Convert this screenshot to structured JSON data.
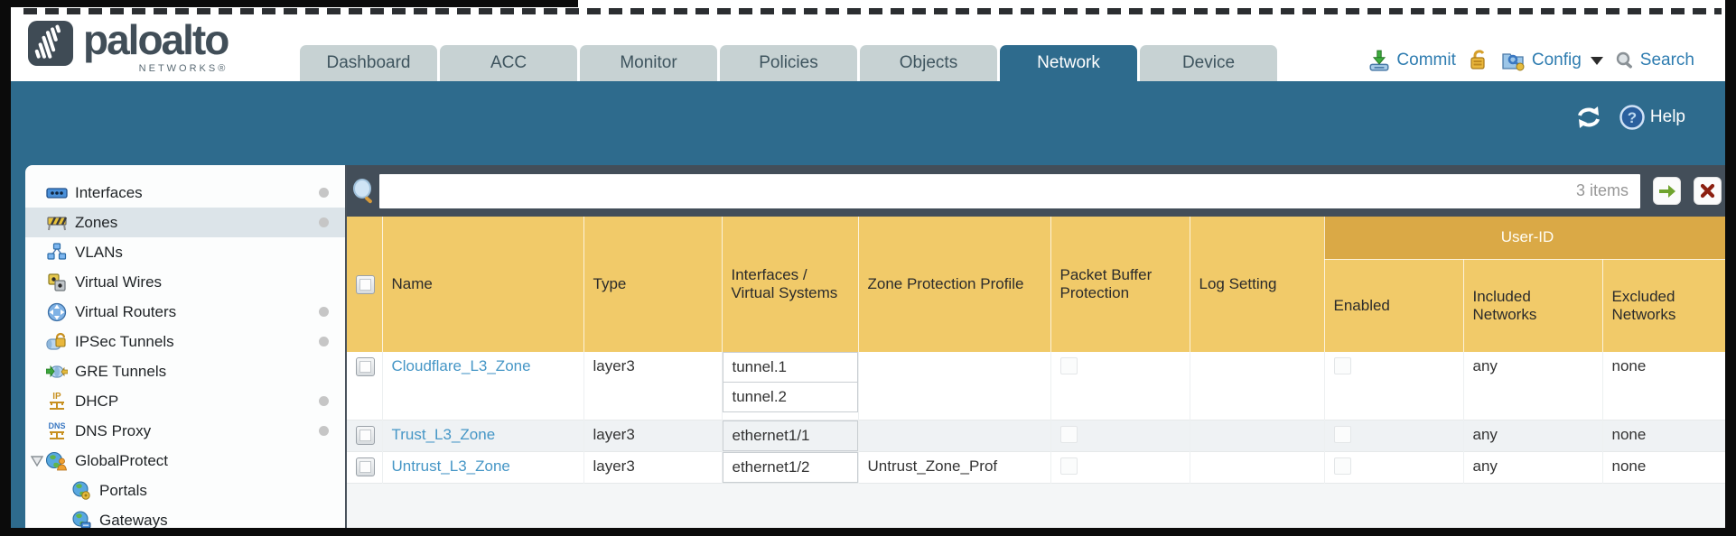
{
  "header": {
    "logo": {
      "brand": "paloalto",
      "sub": "NETWORKS®"
    },
    "tabs": [
      {
        "label": "Dashboard",
        "active": false
      },
      {
        "label": "ACC",
        "active": false
      },
      {
        "label": "Monitor",
        "active": false
      },
      {
        "label": "Policies",
        "active": false
      },
      {
        "label": "Objects",
        "active": false
      },
      {
        "label": "Network",
        "active": true
      },
      {
        "label": "Device",
        "active": false
      }
    ],
    "utilities": {
      "commit": "Commit",
      "config": "Config",
      "search": "Search"
    }
  },
  "subheader": {
    "help": "Help"
  },
  "sidebar": {
    "items": [
      {
        "label": "Interfaces",
        "icon": "interfaces-icon",
        "dot": true,
        "selected": false
      },
      {
        "label": "Zones",
        "icon": "zones-icon",
        "dot": true,
        "selected": true
      },
      {
        "label": "VLANs",
        "icon": "vlans-icon",
        "dot": false,
        "selected": false
      },
      {
        "label": "Virtual Wires",
        "icon": "virtual-wires-icon",
        "dot": false,
        "selected": false
      },
      {
        "label": "Virtual Routers",
        "icon": "virtual-routers-icon",
        "dot": true,
        "selected": false
      },
      {
        "label": "IPSec Tunnels",
        "icon": "ipsec-tunnels-icon",
        "dot": true,
        "selected": false
      },
      {
        "label": "GRE Tunnels",
        "icon": "gre-tunnels-icon",
        "dot": false,
        "selected": false
      },
      {
        "label": "DHCP",
        "icon": "dhcp-icon",
        "dot": true,
        "selected": false
      },
      {
        "label": "DNS Proxy",
        "icon": "dns-proxy-icon",
        "dot": true,
        "selected": false
      },
      {
        "label": "GlobalProtect",
        "icon": "globalprotect-icon",
        "dot": false,
        "selected": false,
        "expanded": true
      },
      {
        "label": "Portals",
        "icon": "portals-icon",
        "dot": false,
        "selected": false,
        "indent": 1
      },
      {
        "label": "Gateways",
        "icon": "gateways-icon",
        "dot": false,
        "selected": false,
        "indent": 1
      }
    ]
  },
  "toolbar": {
    "items_count": "3 items"
  },
  "table": {
    "group_header": "User-ID",
    "columns": [
      "Name",
      "Type",
      "Interfaces / Virtual Systems",
      "Zone Protection Profile",
      "Packet Buffer Protection",
      "Log Setting",
      "Enabled",
      "Included Networks",
      "Excluded Networks"
    ],
    "rows": [
      {
        "name": "Cloudflare_L3_Zone",
        "type": "layer3",
        "interfaces": [
          "tunnel.1",
          "tunnel.2"
        ],
        "zone_protection_profile": "",
        "log_setting": "",
        "included_networks": "any",
        "excluded_networks": "none"
      },
      {
        "name": "Trust_L3_Zone",
        "type": "layer3",
        "interfaces": [
          "ethernet1/1"
        ],
        "zone_protection_profile": "",
        "log_setting": "",
        "included_networks": "any",
        "excluded_networks": "none"
      },
      {
        "name": "Untrust_L3_Zone",
        "type": "layer3",
        "interfaces": [
          "ethernet1/2"
        ],
        "zone_protection_profile": "Untrust_Zone_Prof",
        "log_setting": "",
        "included_networks": "any",
        "excluded_networks": "none"
      }
    ]
  },
  "colors": {
    "teal_band": "#2e6b8d",
    "table_header": "#f1ca69",
    "user_id_band": "#daa946",
    "search_bar": "#434e59",
    "link_blue": "#4596c6",
    "utility_blue": "#2e7cb0",
    "tab_inactive": "#c7d2d3",
    "selected_row": "#dce4e9",
    "alt_row": "#eff2f4"
  }
}
